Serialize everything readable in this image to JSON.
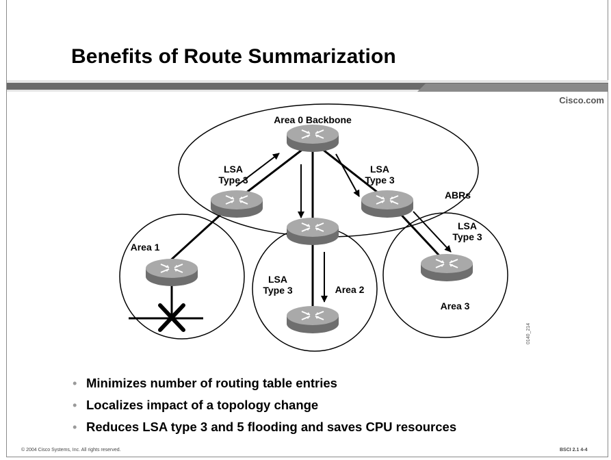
{
  "slide": {
    "title": "Benefits of Route Summarization",
    "brand": "Cisco.com",
    "footer_copyright": "© 2004 Cisco Systems, Inc. All rights reserved.",
    "footer_course": "BSCI 2.1    4-4",
    "figure_id": "0140_214"
  },
  "diagram": {
    "areas": {
      "backbone": "Area 0 Backbone",
      "area1": "Area 1",
      "area2": "Area 2",
      "area3": "Area 3"
    },
    "abr_label": "ABRs",
    "lsa_labels": [
      {
        "line1": "LSA",
        "line2": "Type 3"
      },
      {
        "line1": "LSA",
        "line2": "Type 3"
      },
      {
        "line1": "LSA",
        "line2": "Type 3"
      },
      {
        "line1": "LSA",
        "line2": "Type 3"
      }
    ],
    "colors": {
      "router_top": "#a9a9a9",
      "router_side": "#6e6e6e",
      "circle_stroke": "#000000",
      "header_bar": "#6a6a6a"
    }
  },
  "bullets": [
    "Minimizes number of routing table entries",
    "Localizes impact of a topology change",
    "Reduces LSA type 3 and 5 flooding and saves CPU resources"
  ]
}
